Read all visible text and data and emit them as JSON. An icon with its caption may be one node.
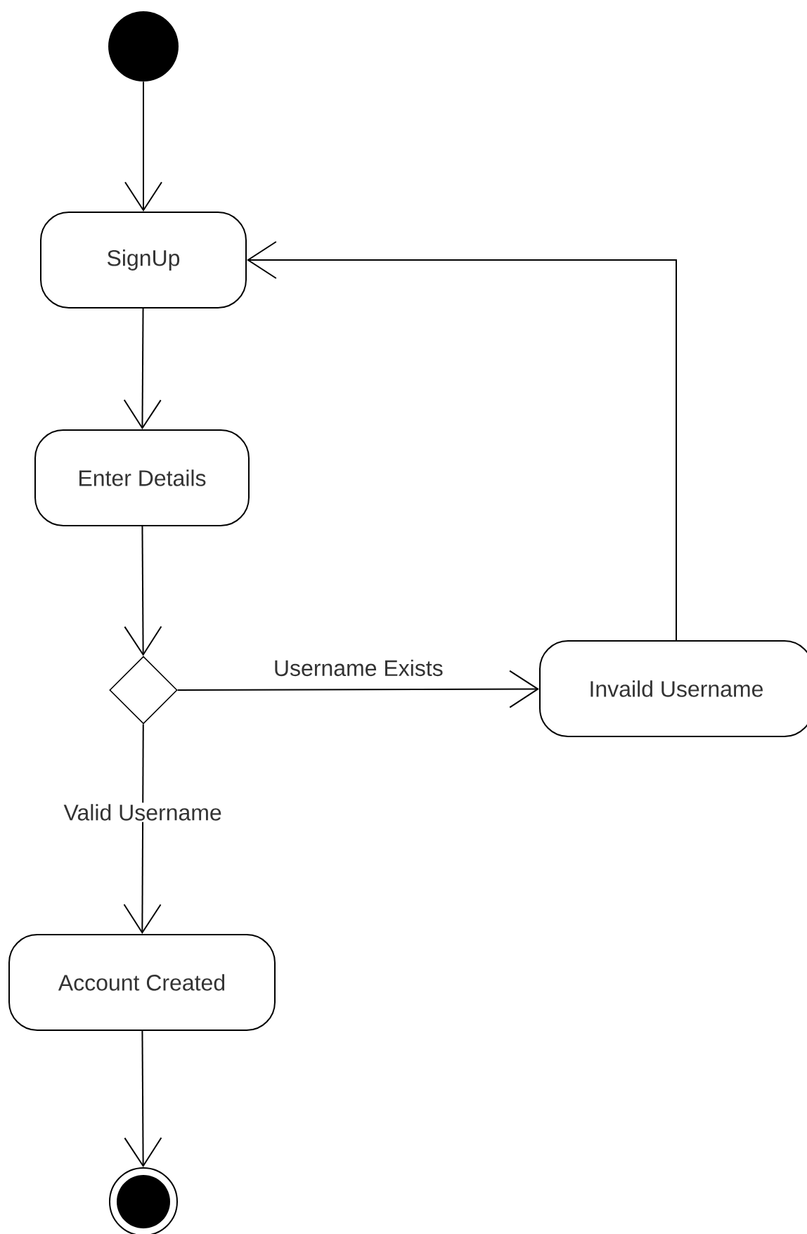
{
  "diagram": {
    "nodes": [
      {
        "text": [],
        "shape": "circle"
      },
      {
        "text": [
          "SignUp"
        ]
      },
      {
        "text": [
          "Enter Details"
        ]
      },
      {
        "text": [],
        "shape": "diamond"
      },
      {
        "text": [
          "Invaild Username"
        ]
      },
      {
        "text": [
          "Account Created"
        ]
      },
      {
        "text": [],
        "shape": "circle"
      }
    ],
    "edges": [
      {
        "from": 0,
        "to": 1,
        "arrow": "to"
      },
      {
        "from": 1,
        "to": 2,
        "arrow": "to"
      },
      {
        "from": 2,
        "to": 3,
        "arrow": "to"
      },
      {
        "from": 3,
        "to": 4,
        "arrow": "to",
        "label": "Username Exists"
      },
      {
        "from": 3,
        "to": 5,
        "arrow": "to",
        "label": "Valid Username"
      },
      {
        "from": 4,
        "to": 1,
        "arrow": "to"
      },
      {
        "from": 5,
        "to": 6,
        "arrow": "to"
      }
    ]
  }
}
